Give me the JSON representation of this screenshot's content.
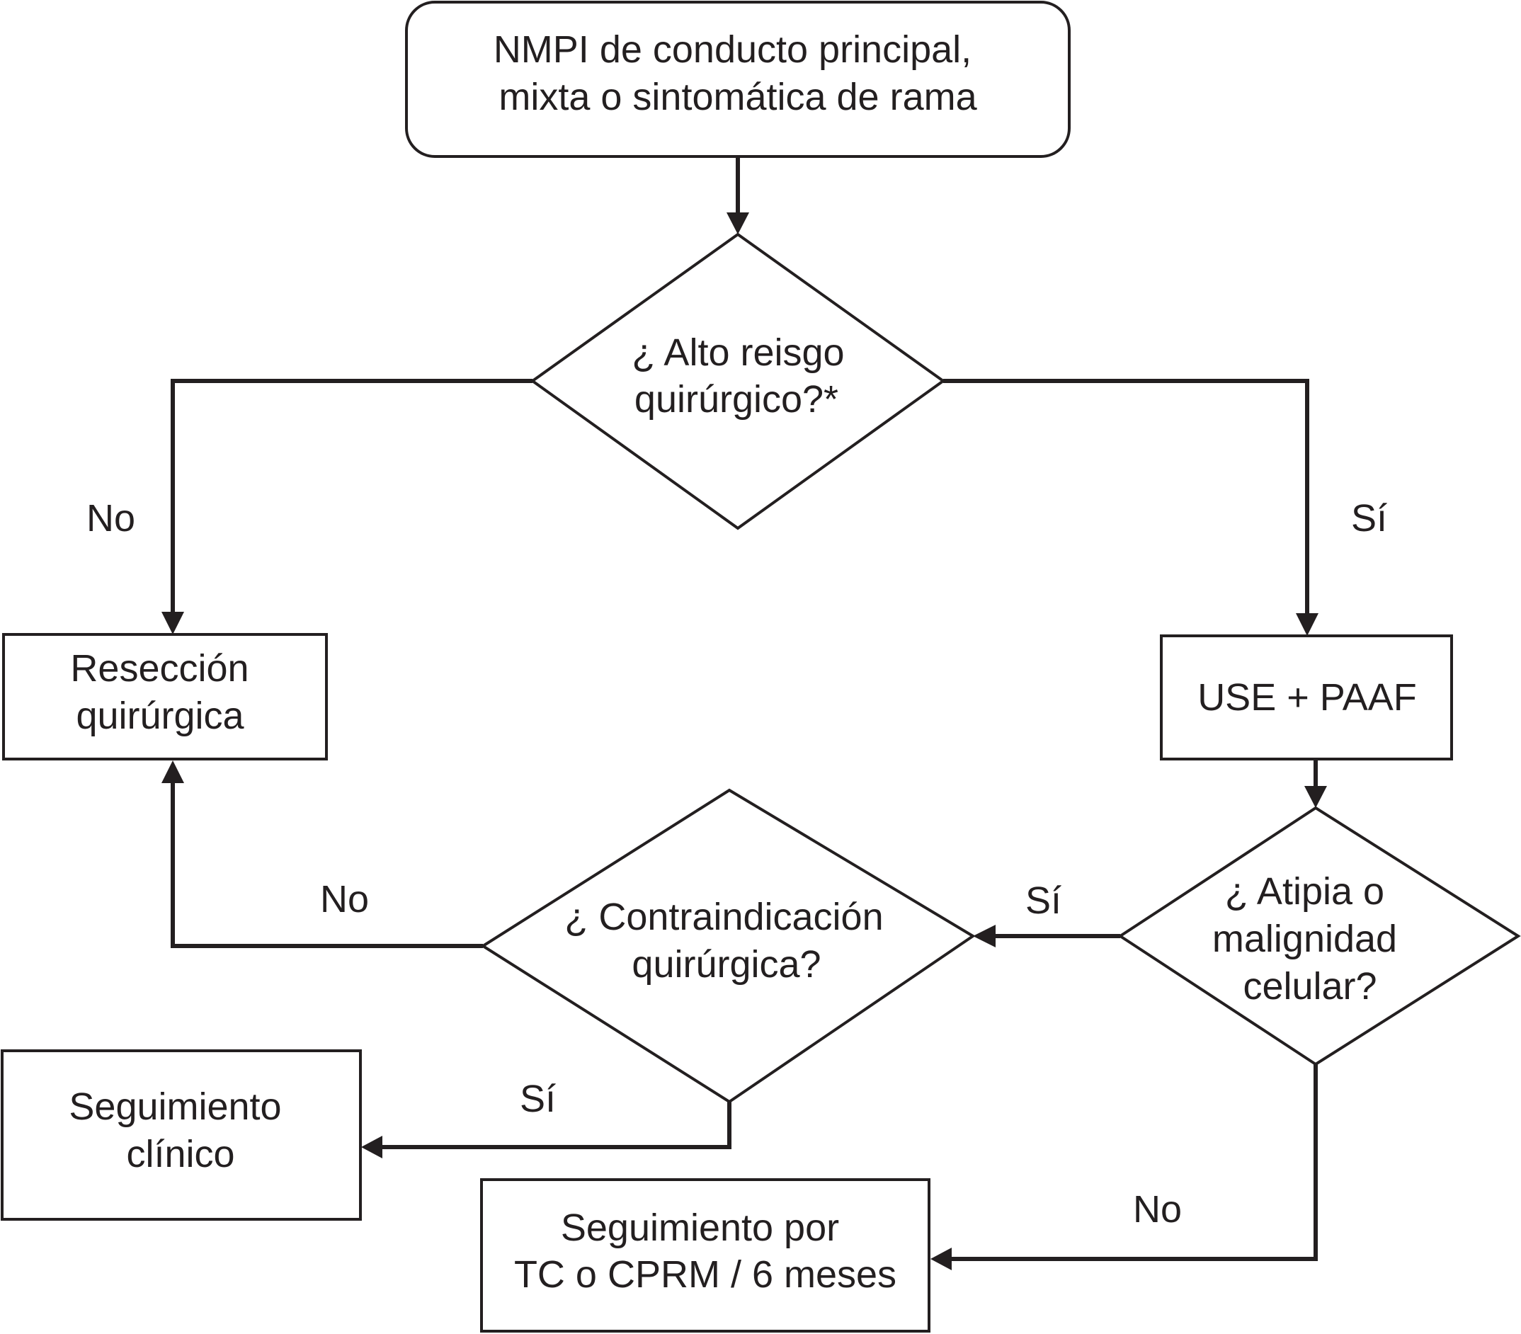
{
  "nodes": {
    "start": {
      "lines": [
        "NMPI de conducto principal,",
        "mixta o sintomática de rama"
      ]
    },
    "q_riesgo": {
      "lines": [
        "¿ Alto reisgo",
        "quirúrgico?*"
      ]
    },
    "reseccion": {
      "lines": [
        "Resección",
        "quirúrgica"
      ]
    },
    "use_paaf": {
      "lines": [
        "USE + PAAF"
      ]
    },
    "q_atipia": {
      "lines": [
        "¿ Atipia o",
        "malignidad",
        "celular?"
      ]
    },
    "q_contra": {
      "lines": [
        "¿ Contraindicación",
        "quirúrgica?"
      ]
    },
    "seg_clinico": {
      "lines": [
        "Seguimiento",
        "clínico"
      ]
    },
    "seg_tc": {
      "lines": [
        "Seguimiento por",
        "TC o CPRM / 6 meses"
      ]
    }
  },
  "edges": {
    "riesgo_no": "No",
    "riesgo_si": "Sí",
    "atipia_si": "Sí",
    "contra_no": "No",
    "contra_si": "Sí",
    "atipia_no": "No"
  },
  "colors": {
    "ink": "#231f20",
    "background": "#ffffff"
  }
}
